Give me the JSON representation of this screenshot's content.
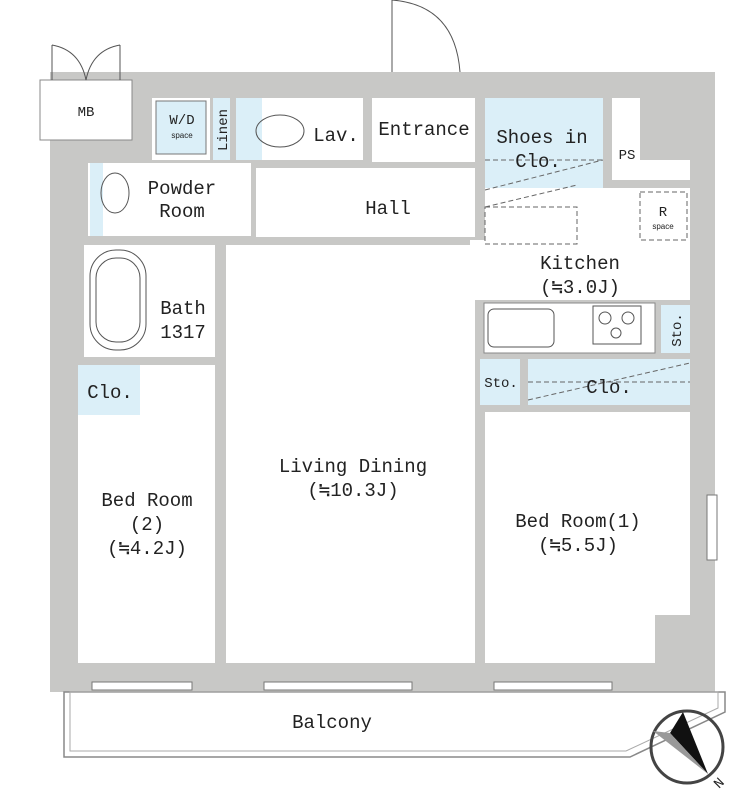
{
  "plan": {
    "rooms": {
      "mb": "MB",
      "wd_top": "W/D",
      "wd_bottom": "space",
      "linen": "Linen",
      "lav": "Lav.",
      "entrance": "Entrance",
      "shoes_1": "Shoes in",
      "shoes_2": "Clo.",
      "ps": "PS",
      "powder_1": "Powder",
      "powder_2": "Room",
      "hall": "Hall",
      "r_space_1": "R",
      "r_space_2": "space",
      "kitchen_1": "Kitchen",
      "kitchen_2": "(≒3.0J)",
      "bath_1": "Bath",
      "bath_2": "1317",
      "sto_kitchen": "Sto.",
      "sto": "Sto.",
      "clo_kitchen": "Clo.",
      "clo_bed2": "Clo.",
      "living_1": "Living Dining",
      "living_2": "(≒10.3J)",
      "bed2_1": "Bed Room",
      "bed2_2": "(2)",
      "bed2_3": "(≒4.2J)",
      "bed1_1": "Bed Room(1)",
      "bed1_2": "(≒5.5J)",
      "balcony": "Balcony"
    },
    "compass": {
      "label": "N"
    },
    "colors": {
      "wall": "#c8c8c6",
      "storage": "#dbeff8"
    }
  }
}
